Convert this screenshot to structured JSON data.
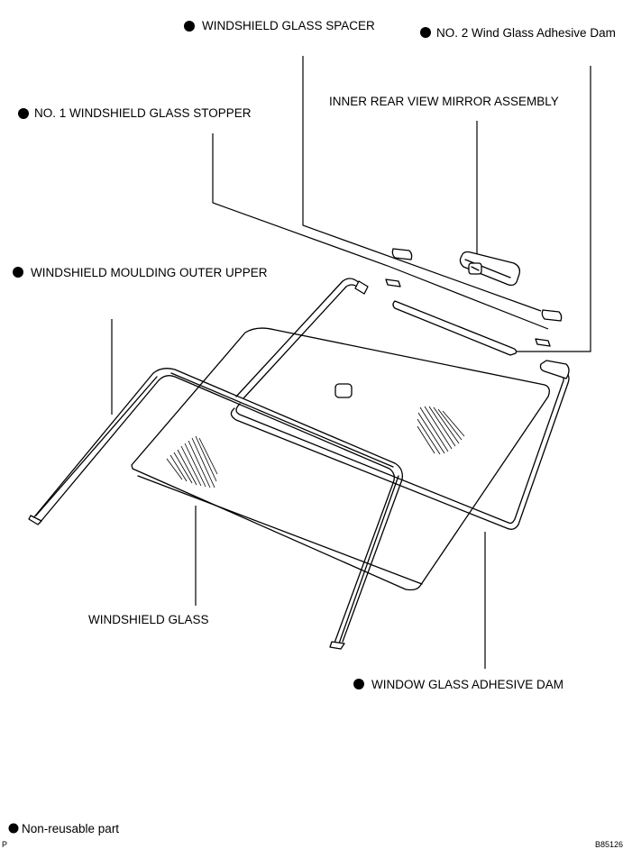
{
  "labels": {
    "windshield_glass_spacer": "WINDSHIELD GLASS SPACER",
    "no2_wind_glass_adhesive_dam": "NO. 2 Wind Glass Adhesive Dam",
    "inner_rear_view_mirror_assembly": "INNER REAR VIEW MIRROR ASSEMBLY",
    "no1_windshield_glass_stopper": "NO. 1 WINDSHIELD GLASS STOPPER",
    "windshield_moulding_outer_upper": "WINDSHIELD MOULDING OUTER UPPER",
    "windshield_glass": "WINDSHIELD GLASS",
    "window_glass_adhesive_dam": "WINDOW GLASS ADHESIVE DAM"
  },
  "legend": {
    "non_reusable_part": "Non-reusable part"
  },
  "footer": {
    "left_code": "P",
    "figure_code": "B85126"
  }
}
